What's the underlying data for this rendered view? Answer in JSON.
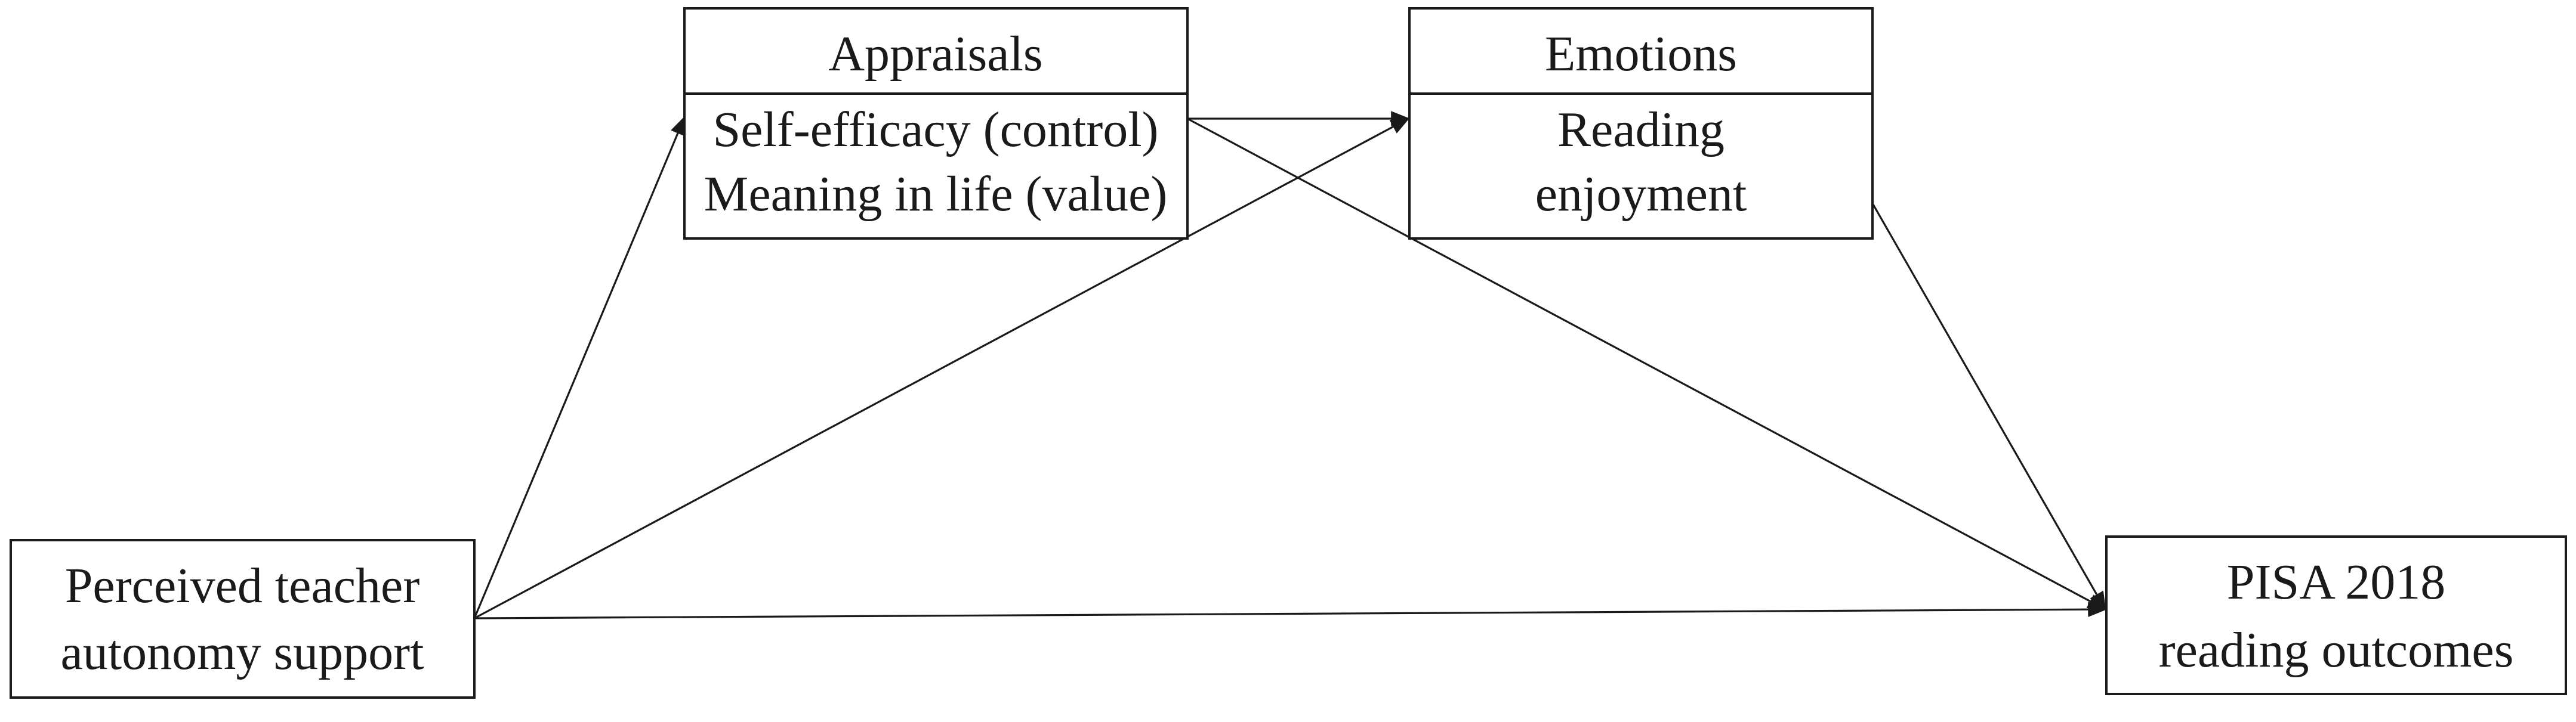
{
  "nodes": {
    "teacher_support": {
      "lines": [
        "Perceived teacher",
        "autonomy support"
      ]
    },
    "appraisals": {
      "header": "Appraisals",
      "lines": [
        "Self-efficacy (control)",
        "Meaning in life (value)"
      ]
    },
    "emotions": {
      "header": "Emotions",
      "lines": [
        "Reading",
        "enjoyment"
      ]
    },
    "outcomes": {
      "lines": [
        "PISA 2018",
        "reading outcomes"
      ]
    }
  },
  "paths": [
    {
      "from": "teacher_support",
      "to": "appraisals"
    },
    {
      "from": "teacher_support",
      "to": "emotions"
    },
    {
      "from": "teacher_support",
      "to": "outcomes"
    },
    {
      "from": "appraisals",
      "to": "emotions"
    },
    {
      "from": "appraisals",
      "to": "outcomes"
    },
    {
      "from": "emotions",
      "to": "outcomes"
    }
  ]
}
